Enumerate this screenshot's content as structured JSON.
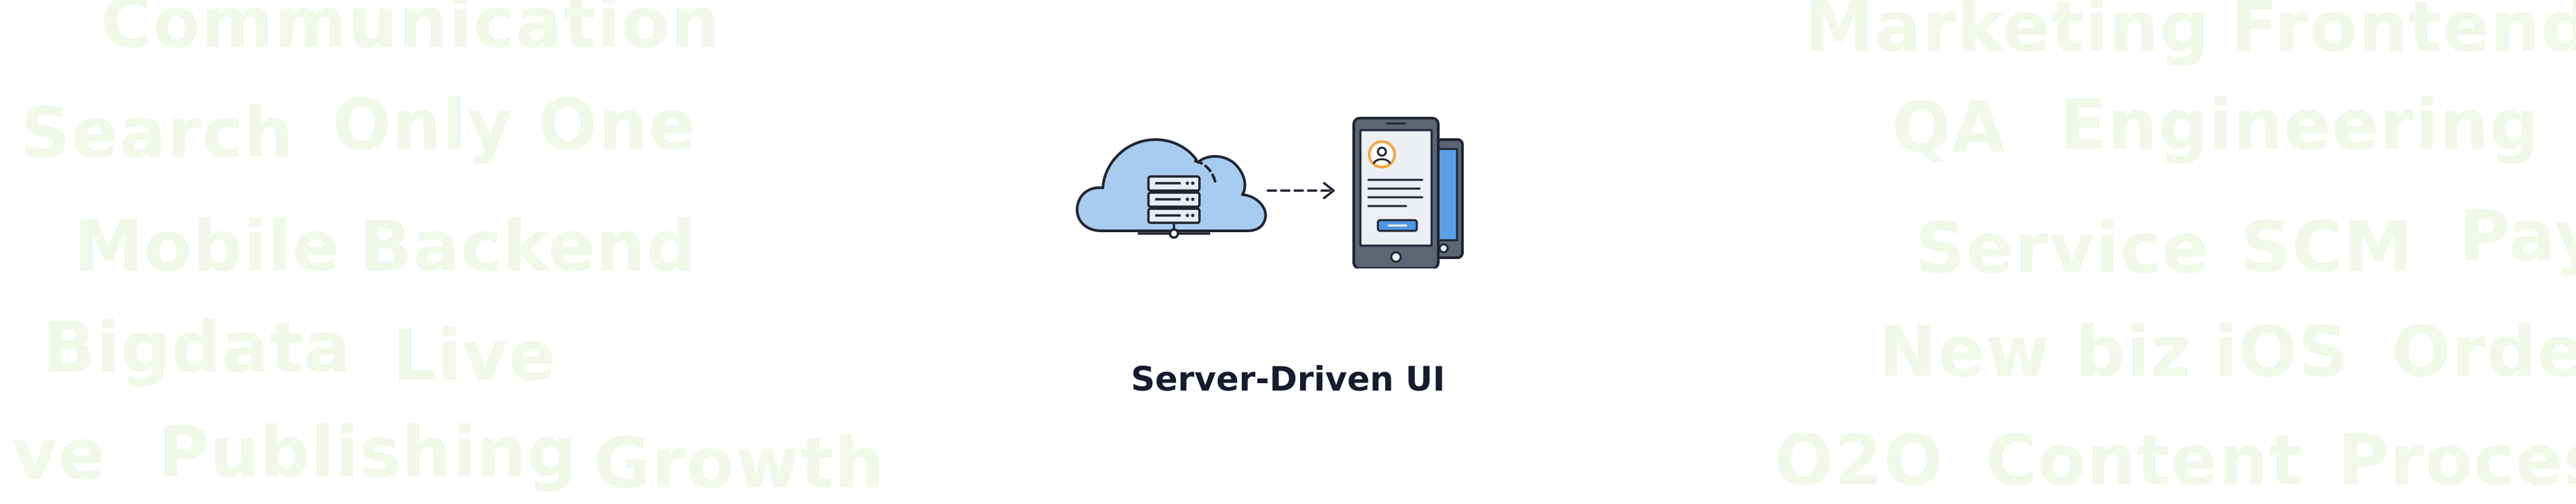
{
  "background_words": [
    "Communication",
    "Search",
    "Only One",
    "Mobile",
    "Backend",
    "Bigdata",
    "Live",
    "ve",
    "Publishing",
    "Growth",
    "Marketing",
    "Frontend",
    "QA",
    "Engineering",
    "Service",
    "SCM",
    "Pay",
    "New biz",
    "iOS",
    "Order",
    "O2O",
    "Content",
    "Proces"
  ],
  "illustration": {
    "cloud_icon": "cloud-server-icon",
    "arrow_icon": "dashed-arrow-icon",
    "devices_icon": "mobile-devices-icon"
  },
  "caption": "Server-Driven UI",
  "colors": {
    "background": "#ffffff",
    "watermark_text": "#f1f8ea",
    "caption_text": "#161b2e",
    "cloud_fill": "#a8ccef",
    "outline": "#1f2430",
    "phone_body": "#5d6473",
    "phone_screen": "#eceff3",
    "tablet_screen": "#5b9fe6",
    "avatar_ring": "#f4a53c",
    "button_blue": "#4f95e2"
  }
}
